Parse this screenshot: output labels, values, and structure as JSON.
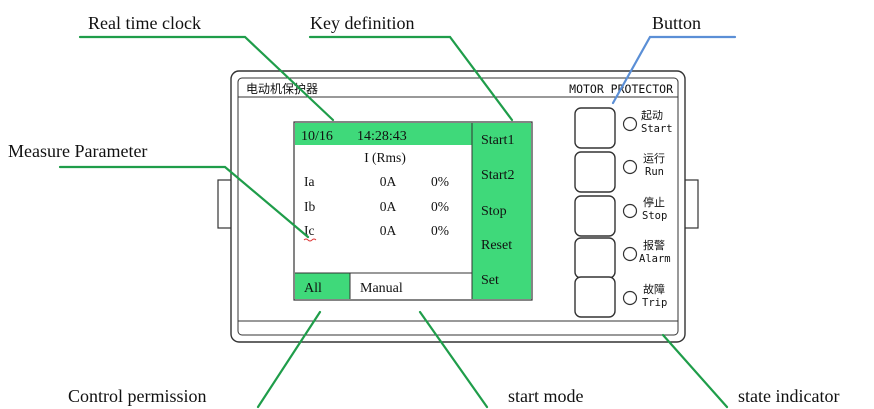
{
  "annotations": {
    "real_time_clock": "Real time clock",
    "key_definition": "Key definition",
    "button": "Button",
    "measure_parameter": "Measure Parameter",
    "control_permission": "Control permission",
    "start_mode": "start mode",
    "state_indicator": "state indicator"
  },
  "device": {
    "title_cn": "电动机保护器",
    "title_en": "MOTOR PROTECTOR"
  },
  "lcd": {
    "date": "10/16",
    "time": "14:28:43",
    "header": "I (Rms)",
    "rows": [
      {
        "label": "Ia",
        "value": "0A",
        "percent": "0%"
      },
      {
        "label": "Ib",
        "value": "0A",
        "percent": "0%"
      },
      {
        "label": "Ic",
        "value": "0A",
        "percent": "0%"
      }
    ],
    "permission": "All",
    "mode": "Manual",
    "keys": [
      "Start1",
      "Start2",
      "Stop",
      "Reset",
      "Set"
    ]
  },
  "indicators": [
    {
      "cn": "起动",
      "en": "Start"
    },
    {
      "cn": "运行",
      "en": "Run"
    },
    {
      "cn": "停止",
      "en": "Stop"
    },
    {
      "cn": "报警",
      "en": "Alarm"
    },
    {
      "cn": "故障",
      "en": "Trip"
    }
  ],
  "colors": {
    "lcd_green": "#3fd97a",
    "leader_green": "#1f9d4a",
    "leader_blue": "#5b8fd6"
  }
}
